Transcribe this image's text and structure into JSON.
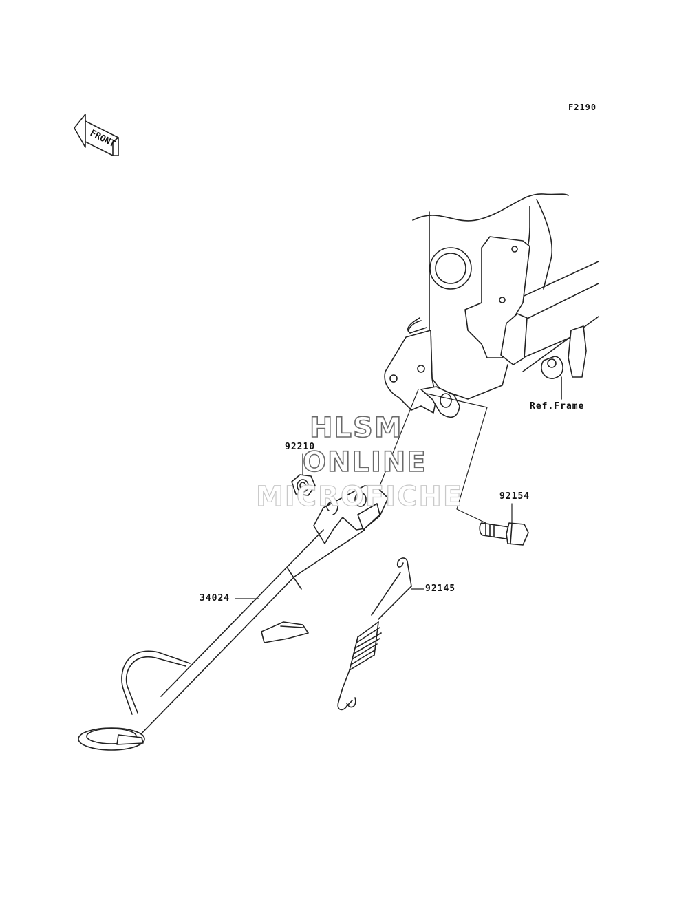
{
  "diagram": {
    "figure_code": "F2190",
    "direction_label": "FRONT",
    "parts": [
      {
        "id": "part-34024",
        "number": "34024"
      },
      {
        "id": "part-92210",
        "number": "92210"
      },
      {
        "id": "part-92154",
        "number": "92154"
      },
      {
        "id": "part-92145",
        "number": "92145"
      }
    ],
    "reference_label": "Ref.Frame"
  },
  "watermark": {
    "line1": "HLSM",
    "line2": "ONLINE",
    "line3": "MICROFICHE"
  }
}
